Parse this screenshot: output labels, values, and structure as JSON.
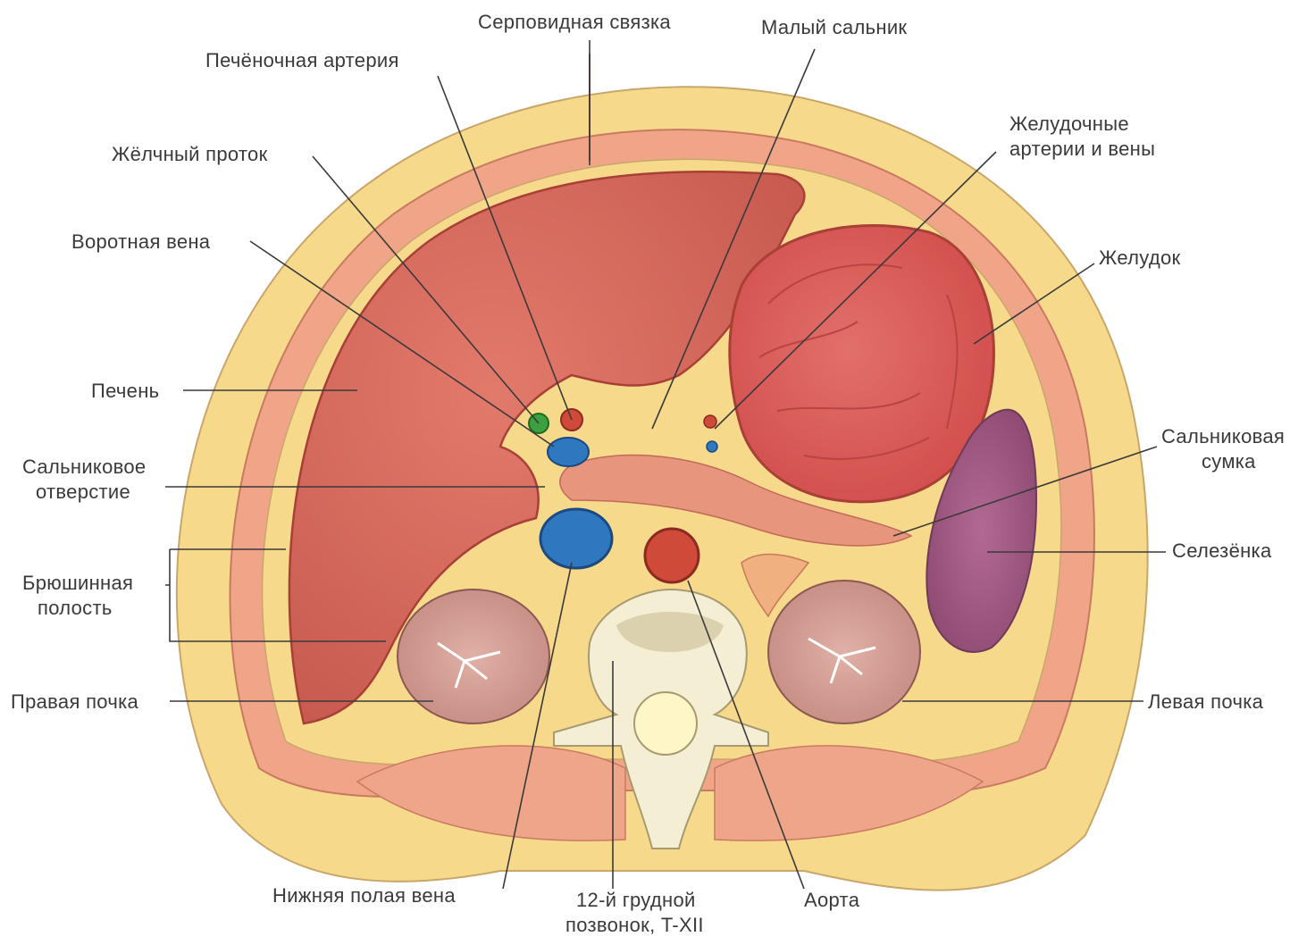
{
  "diagram": {
    "labels": {
      "falciform": "Серповидная связка",
      "lesser_omentum": "Малый сальник",
      "hepatic_artery": "Печёночная артерия",
      "gastric_vessels": [
        "Желудочные",
        "артерии и вены"
      ],
      "bile_duct": "Жёлчный проток",
      "portal_vein": "Воротная вена",
      "stomach": "Желудок",
      "liver": "Печень",
      "omental_bursa": [
        "Сальниковая",
        "сумка"
      ],
      "omental_foramen": [
        "Сальниковое",
        "отверстие"
      ],
      "spleen": "Селезёнка",
      "peritoneal_cavity": [
        "Брюшинная",
        "полость"
      ],
      "right_kidney": "Правая почка",
      "left_kidney": "Левая почка",
      "ivc": "Нижняя полая вена",
      "vertebra": [
        "12-й грудной",
        "позвонок, T-XII"
      ],
      "aorta": "Аорта"
    },
    "colors": {
      "fat": "#f6d98a",
      "muscle": "#f0a488",
      "liver": "#d96a5e",
      "stomach": "#e0625a",
      "spleen": "#a65a86",
      "kidney": "#d8a197",
      "vein": "#2f78c0",
      "artery": "#d04a3a",
      "bile_duct": "#3aa040",
      "bone": "#f4efd4"
    }
  }
}
